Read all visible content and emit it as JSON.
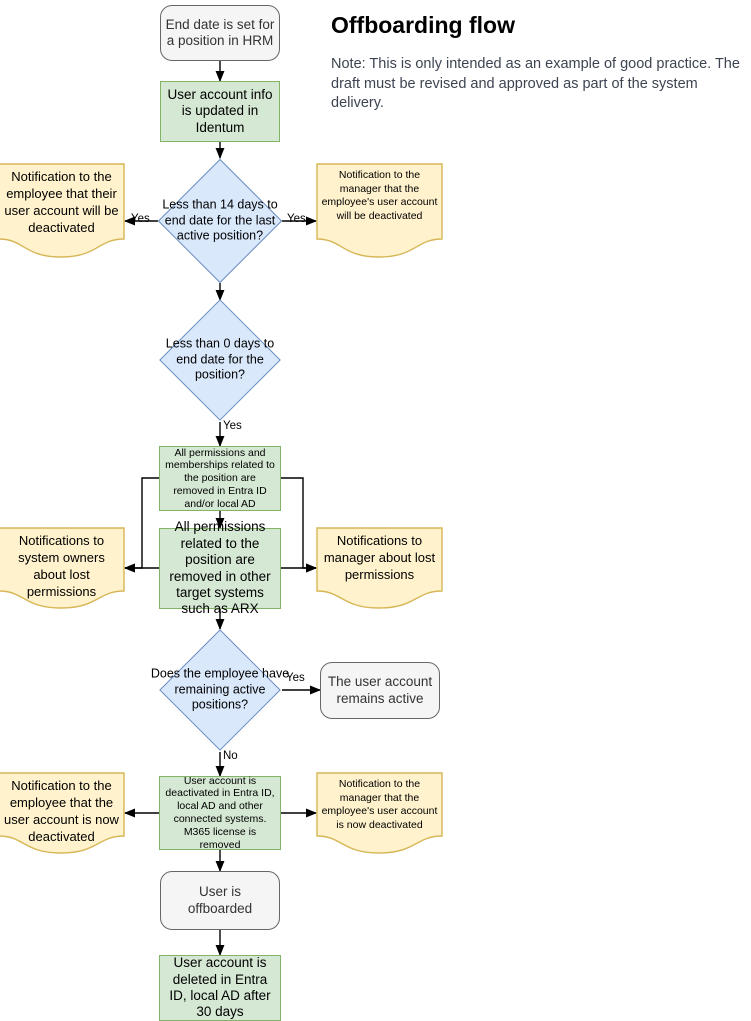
{
  "header": {
    "title": "Offboarding flow",
    "note": "Note: This is only intended as an example of good practice. The draft must be revised and approved as part of the system delivery."
  },
  "colors": {
    "process_fill": "#d5e8d4",
    "process_border": "#82b366",
    "decision_fill": "#dae8fc",
    "decision_border": "#6c8ebf",
    "note_fill": "#fff2cc",
    "note_border": "#d6b656",
    "terminator_fill": "#f5f5f5",
    "terminator_border": "#666666",
    "connector": "#000000"
  },
  "nodes": {
    "start": {
      "label": "End date is set for a position in HRM",
      "type": "terminator"
    },
    "update_identum": {
      "label": "User account info is updated in Identum",
      "type": "process"
    },
    "decision_14days": {
      "label": "Less than 14 days to end date for the last active position?",
      "type": "decision"
    },
    "note_employee_will_deactivate": {
      "label": "Notification to the employee that their user account will be deactivated",
      "type": "note"
    },
    "note_manager_will_deactivate": {
      "label": "Notification to the manager that the employee's user account will be deactivated",
      "type": "note"
    },
    "decision_0days": {
      "label": "Less than 0 days to end date for the position?",
      "type": "decision"
    },
    "remove_entra_ad": {
      "label": "All permissions and memberships related to the position are removed in Entra ID and/or local AD",
      "type": "process"
    },
    "remove_other_systems": {
      "label": "All permissions related to the position are removed in other target systems such as ARX",
      "type": "process"
    },
    "note_system_owners": {
      "label": "Notifications to system owners about lost permissions",
      "type": "note"
    },
    "note_manager_lost": {
      "label": "Notifications to manager about lost permissions",
      "type": "note"
    },
    "decision_remaining": {
      "label": "Does the employee have remaining active positions?",
      "type": "decision"
    },
    "account_remains_active": {
      "label": "The user account remains active",
      "type": "terminator"
    },
    "deactivate_account": {
      "label": "User account is deactivated in Entra ID, local AD and other connected systems. M365 license is removed",
      "type": "process"
    },
    "note_employee_now_deactivated": {
      "label": "Notification to the employee that the user account is now deactivated",
      "type": "note"
    },
    "note_manager_now_deactivated": {
      "label": "Notification to the manager that the employee's user account is now deactivated",
      "type": "note"
    },
    "user_offboarded": {
      "label": "User is offboarded",
      "type": "terminator"
    },
    "account_deleted": {
      "label": "User account is deleted in Entra ID, local AD after 30 days",
      "type": "process"
    }
  },
  "edge_labels": {
    "yes_left_14": "Yes",
    "yes_right_14": "Yes",
    "yes_0days": "Yes",
    "yes_remaining": "Yes",
    "no_remaining": "No"
  },
  "chart_data": {
    "type": "diagram",
    "title": "Offboarding flow",
    "flow": [
      {
        "from": "start",
        "to": "update_identum",
        "label": ""
      },
      {
        "from": "update_identum",
        "to": "decision_14days",
        "label": ""
      },
      {
        "from": "decision_14days",
        "to": "note_employee_will_deactivate",
        "label": "Yes"
      },
      {
        "from": "decision_14days",
        "to": "note_manager_will_deactivate",
        "label": "Yes"
      },
      {
        "from": "decision_14days",
        "to": "decision_0days",
        "label": ""
      },
      {
        "from": "decision_0days",
        "to": "remove_entra_ad",
        "label": "Yes"
      },
      {
        "from": "remove_entra_ad",
        "to": "remove_other_systems",
        "label": ""
      },
      {
        "from": "remove_entra_ad",
        "to": "note_system_owners",
        "label": ""
      },
      {
        "from": "remove_entra_ad",
        "to": "note_manager_lost",
        "label": ""
      },
      {
        "from": "remove_other_systems",
        "to": "note_system_owners",
        "label": ""
      },
      {
        "from": "remove_other_systems",
        "to": "note_manager_lost",
        "label": ""
      },
      {
        "from": "remove_other_systems",
        "to": "decision_remaining",
        "label": ""
      },
      {
        "from": "decision_remaining",
        "to": "account_remains_active",
        "label": "Yes"
      },
      {
        "from": "decision_remaining",
        "to": "deactivate_account",
        "label": "No"
      },
      {
        "from": "deactivate_account",
        "to": "note_employee_now_deactivated",
        "label": ""
      },
      {
        "from": "deactivate_account",
        "to": "note_manager_now_deactivated",
        "label": ""
      },
      {
        "from": "deactivate_account",
        "to": "user_offboarded",
        "label": ""
      },
      {
        "from": "user_offboarded",
        "to": "account_deleted",
        "label": ""
      }
    ]
  }
}
